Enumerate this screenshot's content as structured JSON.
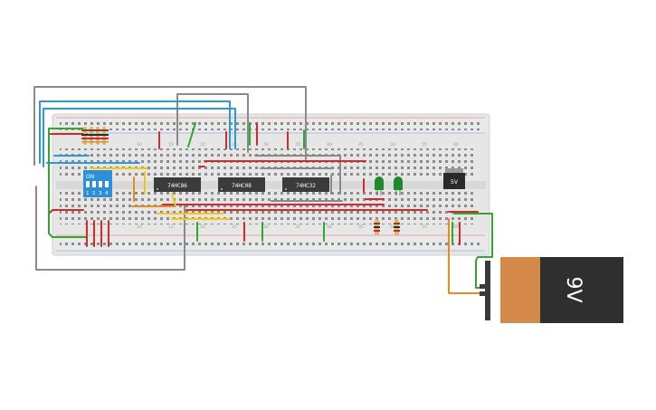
{
  "breadboard": {
    "column_numbers": [
      "10",
      "15",
      "20",
      "25",
      "30",
      "35",
      "40",
      "45",
      "50",
      "55",
      "60"
    ]
  },
  "chips": [
    {
      "id": "chip-1",
      "part": "74HC86"
    },
    {
      "id": "chip-2",
      "part": "74HC08"
    },
    {
      "id": "chip-3",
      "part": "74HC32"
    }
  ],
  "dip_switch": {
    "header": "ON",
    "positions": [
      "1",
      "2",
      "3",
      "4"
    ]
  },
  "regulator": {
    "label": "5V"
  },
  "battery": {
    "label": "9V",
    "case_color": "#d4894a",
    "terminal_color": "#3a3a3a"
  },
  "leds": {
    "color": "#1f8a2a",
    "count": 2
  },
  "colors": {
    "wire_red": "#d12a2a",
    "wire_green": "#2fa82f",
    "wire_blue": "#2b9ad6",
    "wire_yellow": "#f2c811",
    "wire_orange": "#e98a1c",
    "wire_gray": "#8a8a8a",
    "breadboard": "#e6e6e6",
    "chip_body": "#3b3b3b"
  }
}
